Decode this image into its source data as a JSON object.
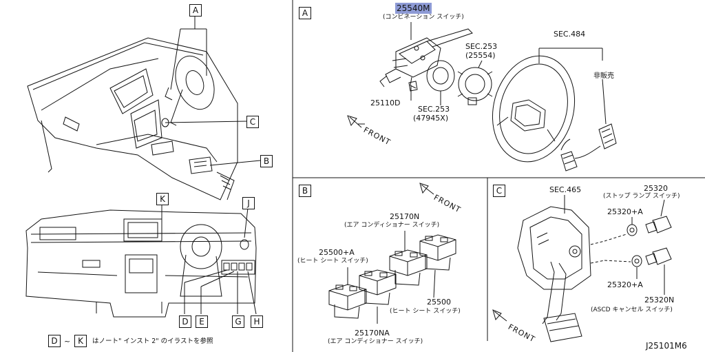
{
  "diagram_id": "J25101M6",
  "note_left": "D",
  "note_tilde": "~",
  "note_right": "K",
  "note_text": "はノート\" インスト 2\" のイラストを参照",
  "callouts": {
    "A": "A",
    "B": "B",
    "C": "C",
    "D": "D",
    "E": "E",
    "G": "G",
    "H": "H",
    "J": "J",
    "K": "K"
  },
  "panels": {
    "A": {
      "letter": "A",
      "part_main": "25540M",
      "part_main_desc": "(コンビネーション スイッチ)",
      "sec253_a": "SEC.253",
      "sec253_a_sub": "(25554)",
      "bolt": "25110D",
      "sec253_b": "SEC.253",
      "sec253_b_sub": "(47945X)",
      "sec484": "SEC.484",
      "not_sold": "非販売",
      "front": "FRONT"
    },
    "B": {
      "letter": "B",
      "p1": "25170N",
      "p1_desc": "(エア コンディショナー スイッチ)",
      "p2": "25500+A",
      "p2_desc": "(ヒート シート スイッチ)",
      "p3": "25500",
      "p3_desc": "(ヒート シート スイッチ)",
      "p4": "25170NA",
      "p4_desc": "(エア コンディショナー スイッチ)",
      "front": "FRONT"
    },
    "C": {
      "letter": "C",
      "sec465": "SEC.465",
      "p1": "25320",
      "p1_desc": "(ストップ ランプ スイッチ)",
      "p2": "25320+A",
      "p3": "25320+A",
      "p4": "25320N",
      "p4_desc": "(ASCD キャンセル スイッチ)",
      "front": "FRONT"
    }
  }
}
